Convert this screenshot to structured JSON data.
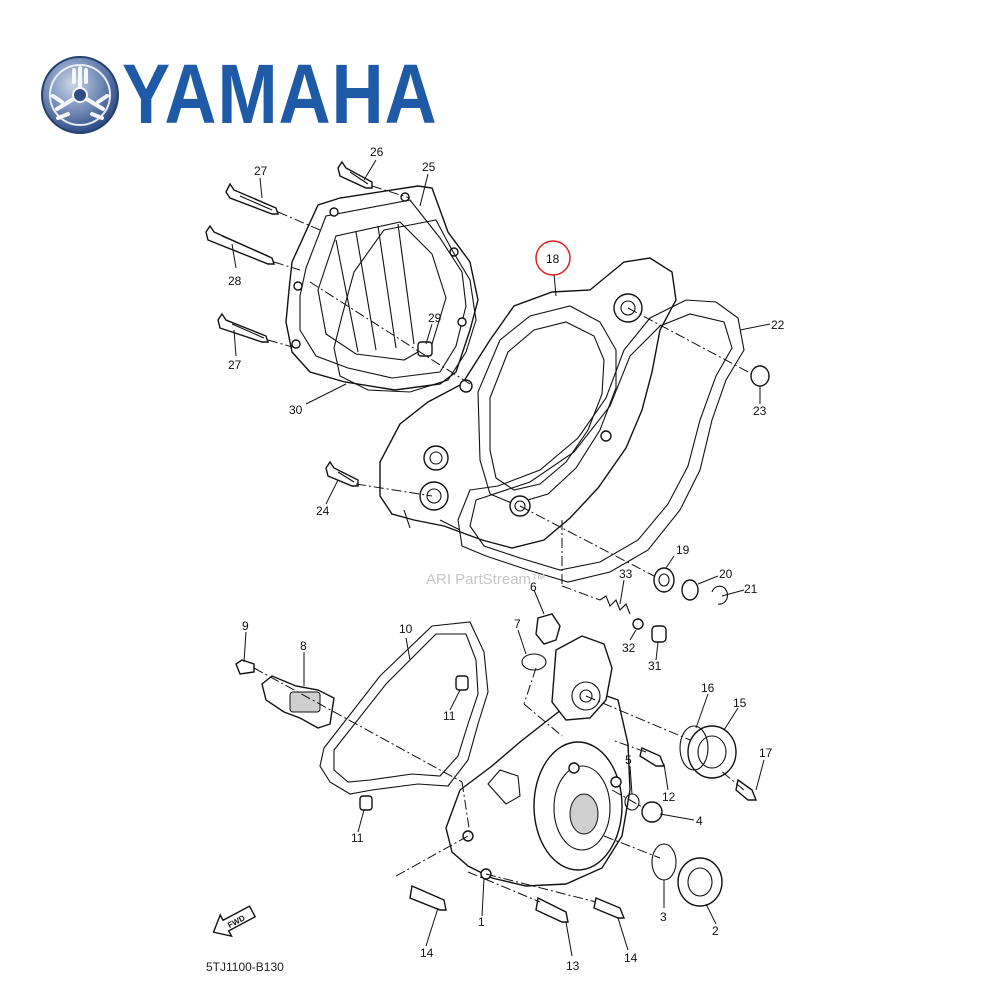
{
  "brand": {
    "name": "YAMAHA",
    "logo_icon": "tuning-fork-emblem",
    "color": "#1f5aa6"
  },
  "diagram": {
    "code": "5TJ1100-B130",
    "watermark": "ARI PartStream™",
    "fwd_label": "FWD",
    "highlight_color": "#e02020",
    "highlighted_part": "18",
    "callouts": [
      "27",
      "26",
      "25",
      "28",
      "27",
      "29",
      "30",
      "18",
      "22",
      "23",
      "24",
      "19",
      "20",
      "21",
      "33",
      "6",
      "9",
      "8",
      "10",
      "7",
      "32",
      "31",
      "11",
      "11",
      "16",
      "15",
      "17",
      "5",
      "12",
      "4",
      "1",
      "14",
      "13",
      "14",
      "3",
      "2"
    ]
  }
}
